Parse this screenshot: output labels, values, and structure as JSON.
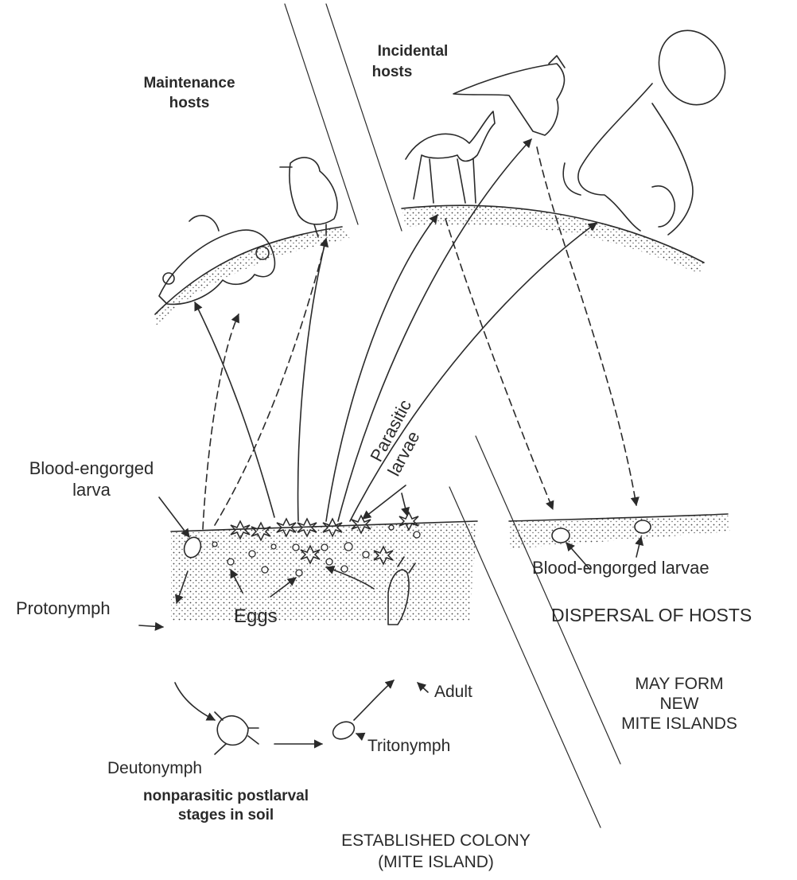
{
  "labels": {
    "maintenance_hosts_1": "Maintenance",
    "maintenance_hosts_2": "hosts",
    "incidental_hosts_1": "Incidental",
    "incidental_hosts_2": "hosts",
    "blood_engorged_larva_1": "Blood-engorged",
    "blood_engorged_larva_2": "larva",
    "parasitic_larvae_1": "Parasitic",
    "parasitic_larvae_2": "larvae",
    "protonymph": "Protonymph",
    "eggs": "Eggs",
    "adult": "Adult",
    "tritonymph": "Tritonymph",
    "deutonymph": "Deutonymph",
    "stages_1": "nonparasitic postlarval",
    "stages_2": "stages in soil",
    "colony_1": "ESTABLISHED COLONY",
    "colony_2": "(MITE ISLAND)",
    "blood_engorged_larvae": "Blood-engorged larvae",
    "dispersal": "DISPERSAL OF HOSTS",
    "new_islands_1": "MAY FORM",
    "new_islands_2": "NEW",
    "new_islands_3": "MITE ISLANDS"
  }
}
